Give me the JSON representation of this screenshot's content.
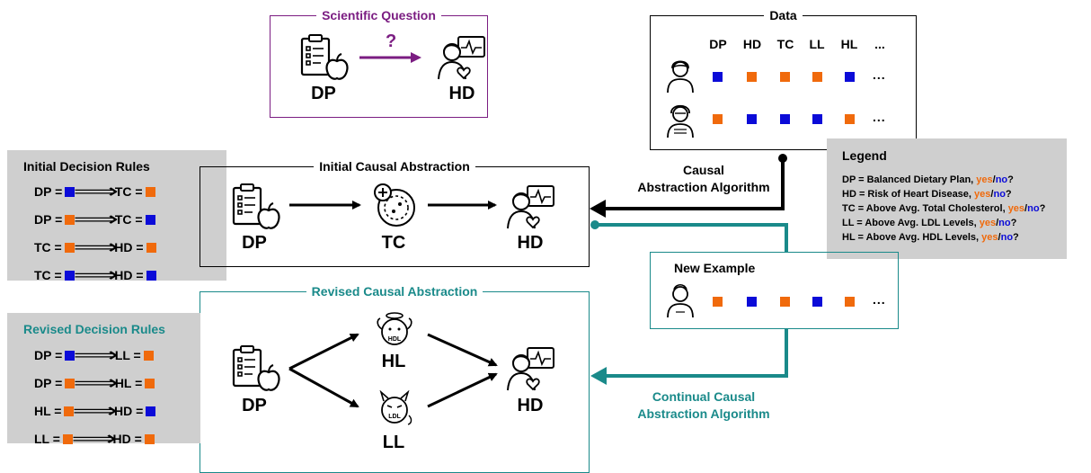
{
  "scientific_question": {
    "title": "Scientific Question",
    "left_label": "DP",
    "right_label": "HD",
    "question_mark": "?"
  },
  "data_panel": {
    "title": "Data",
    "columns": [
      "DP",
      "HD",
      "TC",
      "LL",
      "HL",
      "..."
    ],
    "rows": [
      {
        "cells": [
          "blue",
          "orange",
          "orange",
          "orange",
          "blue"
        ],
        "more": "..."
      },
      {
        "cells": [
          "orange",
          "blue",
          "blue",
          "blue",
          "orange"
        ],
        "more": "..."
      }
    ]
  },
  "initial_rules": {
    "title": "Initial Decision Rules",
    "rules": [
      {
        "left": "DP =",
        "left_color": "blue",
        "right": "TC =",
        "right_color": "orange"
      },
      {
        "left": "DP =",
        "left_color": "orange",
        "right": "TC =",
        "right_color": "blue"
      },
      {
        "left": "TC =",
        "left_color": "orange",
        "right": "HD =",
        "right_color": "orange"
      },
      {
        "left": "TC =",
        "left_color": "blue",
        "right": "HD =",
        "right_color": "blue"
      }
    ]
  },
  "initial_abstraction": {
    "title": "Initial Causal Abstraction",
    "nodes": [
      "DP",
      "TC",
      "HD"
    ]
  },
  "causal_algorithm": {
    "line1": "Causal",
    "line2": "Abstraction Algorithm"
  },
  "legend": {
    "title": "Legend",
    "items": [
      {
        "text": "DP = Balanced Dietary Plan, ",
        "yes": "yes",
        "slash": "/",
        "no": "no",
        "q": "?"
      },
      {
        "text": "HD = Risk of Heart Disease, ",
        "yes": "yes",
        "slash": "/",
        "no": "no",
        "q": "?"
      },
      {
        "text": "TC = Above Avg. Total Cholesterol, ",
        "yes": "yes",
        "slash": "/",
        "no": "no",
        "q": "?"
      },
      {
        "text": "LL  = Above Avg. LDL Levels, ",
        "yes": "yes",
        "slash": "/",
        "no": "no",
        "q": "?"
      },
      {
        "text": "HL = Above Avg. HDL Levels, ",
        "yes": "yes",
        "slash": "/",
        "no": "no",
        "q": "?"
      }
    ]
  },
  "new_example": {
    "title": "New Example",
    "cells": [
      "orange",
      "blue",
      "orange",
      "blue",
      "orange"
    ],
    "more": "..."
  },
  "revised_abstraction": {
    "title": "Revised Causal Abstraction",
    "nodes": [
      "DP",
      "HL",
      "LL",
      "HD"
    ],
    "hl_badge": "HDL",
    "ll_badge": "LDL"
  },
  "revised_rules": {
    "title": "Revised Decision Rules",
    "rules": [
      {
        "left": "DP =",
        "left_color": "blue",
        "right": "LL =",
        "right_color": "orange"
      },
      {
        "left": "DP =",
        "left_color": "orange",
        "right": "HL =",
        "right_color": "orange"
      },
      {
        "left": "HL =",
        "left_color": "orange",
        "right": "HD =",
        "right_color": "blue"
      },
      {
        "left": "LL =",
        "left_color": "orange",
        "right": "HD =",
        "right_color": "orange"
      }
    ]
  },
  "continual_algorithm": {
    "line1": "Continual Causal",
    "line2": "Abstraction Algorithm"
  },
  "colors": {
    "blue": "#0b0bd8",
    "orange": "#f06a0c",
    "teal": "#1a8a8a",
    "purple": "#7b1d82",
    "gray": "#cfcfcf"
  },
  "implies_symbol": "⟹",
  "icons": [
    "clipboard-apple-icon",
    "doctor-heart-monitor-icon",
    "cholesterol-cell-icon",
    "person-icon",
    "old-person-icon",
    "angel-hdl-icon",
    "devil-ldl-icon"
  ]
}
